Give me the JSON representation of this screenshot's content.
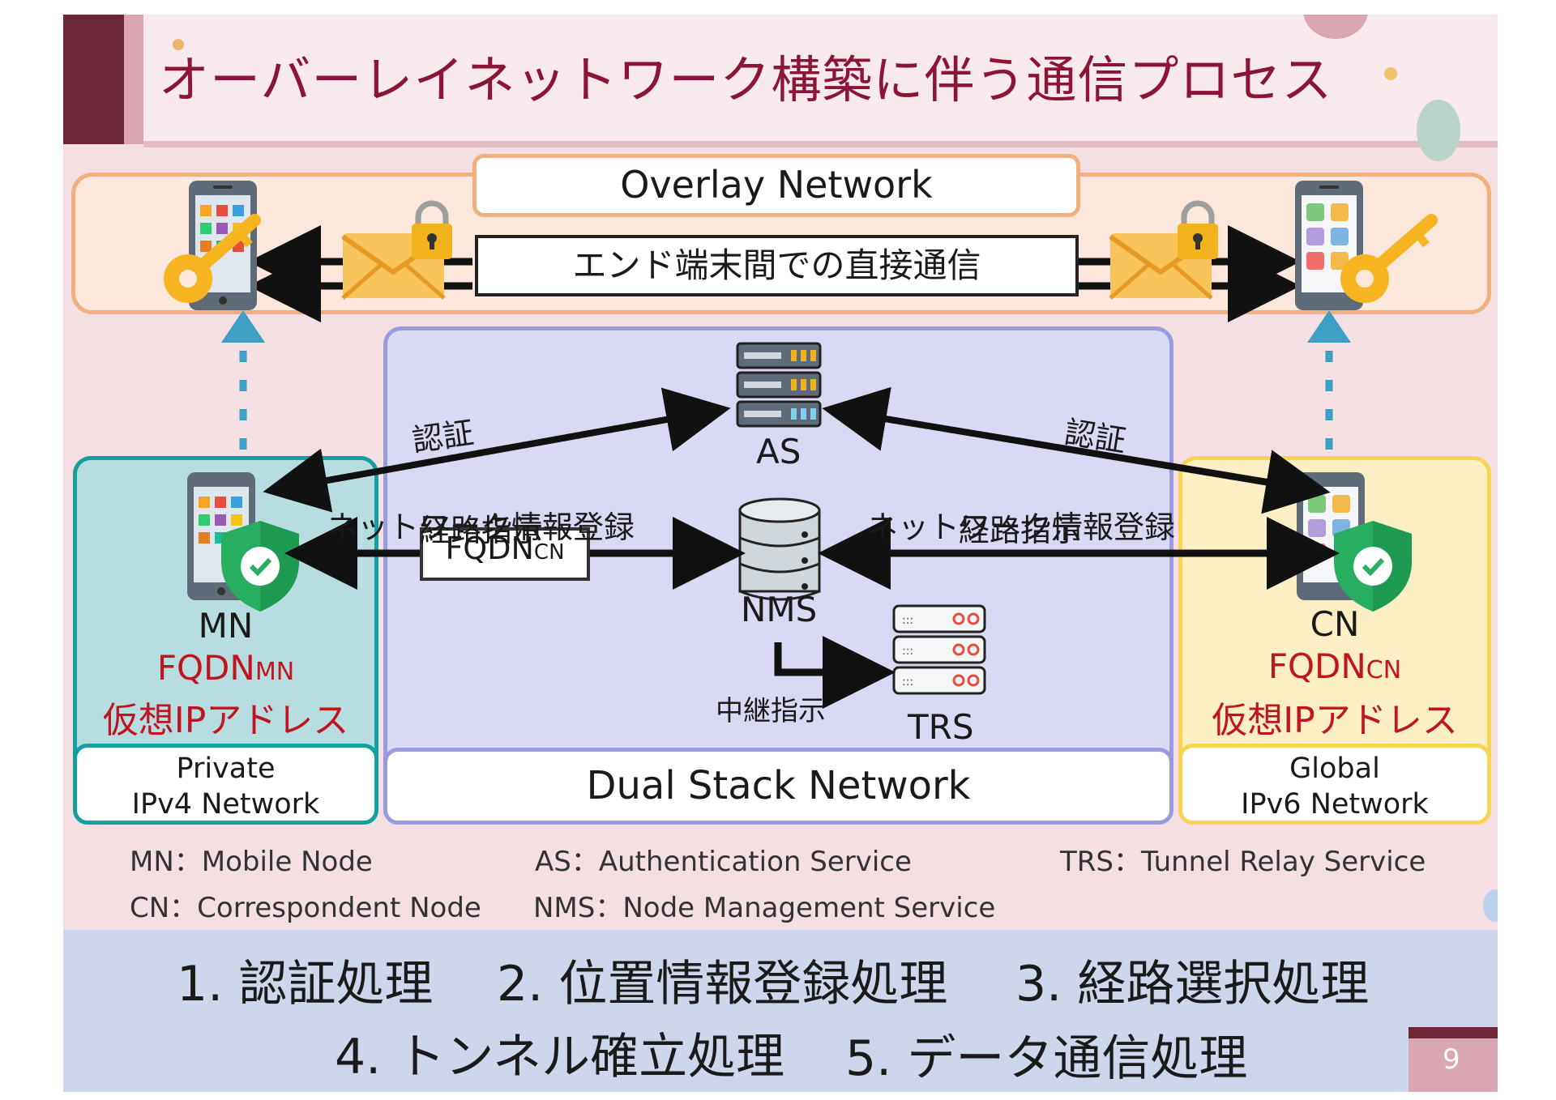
{
  "title": "オーバーレイネットワーク構築に伴う通信プロセス",
  "overlay": {
    "label": "Overlay Network",
    "direct_comm": "エンド端末間での直接通信"
  },
  "server": {
    "as_label": "AS",
    "nms_label": "NMS",
    "trs_label": "TRS",
    "relay_instruction": "中継指示"
  },
  "arrows": {
    "auth_left": "認証",
    "auth_right": "認証",
    "net_info_left": "ネットワーク情報登録",
    "route_left": "経路指示",
    "net_info_right": "ネットワーク情報登録",
    "route_right": "経路指示",
    "fqdn_cn_box": "FQDN",
    "fqdn_cn_box_sub": "CN"
  },
  "mn": {
    "name": "MN",
    "fqdn": "FQDN",
    "fqdn_sub": "MN",
    "vip": "仮想IPアドレス",
    "network_line1": "Private",
    "network_line2": "IPv4 Network"
  },
  "cn": {
    "name": "CN",
    "fqdn": "FQDN",
    "fqdn_sub": "CN",
    "vip": "仮想IPアドレス",
    "network_line1": "Global",
    "network_line2": "IPv6 Network"
  },
  "dual_stack": "Dual Stack Network",
  "legend": {
    "mn": "MN：Mobile Node",
    "cn": "CN：Correspondent Node",
    "as": "AS：Authentication Service",
    "nms": "NMS：Node Management Service",
    "trs": "TRS：Tunnel Relay Service"
  },
  "steps": {
    "s1": "1. 認証処理",
    "s2": "2. 位置情報登録処理",
    "s3": "3. 経路選択処理",
    "s4": "4. トンネル確立処理",
    "s5": "5. データ通信処理"
  },
  "page_number": "9",
  "colors": {
    "title": "#8b1438",
    "accent_dark": "#6d2638",
    "overlay_border": "#f1b07e",
    "private_border": "#14a0a0",
    "dual_border": "#9a9ae0",
    "global_border": "#f7d553",
    "red_text": "#c0141e"
  },
  "icons": [
    "phone-icon",
    "key-icon",
    "envelope-icon",
    "padlock-icon",
    "server-icon",
    "database-icon",
    "shield-check-icon"
  ]
}
